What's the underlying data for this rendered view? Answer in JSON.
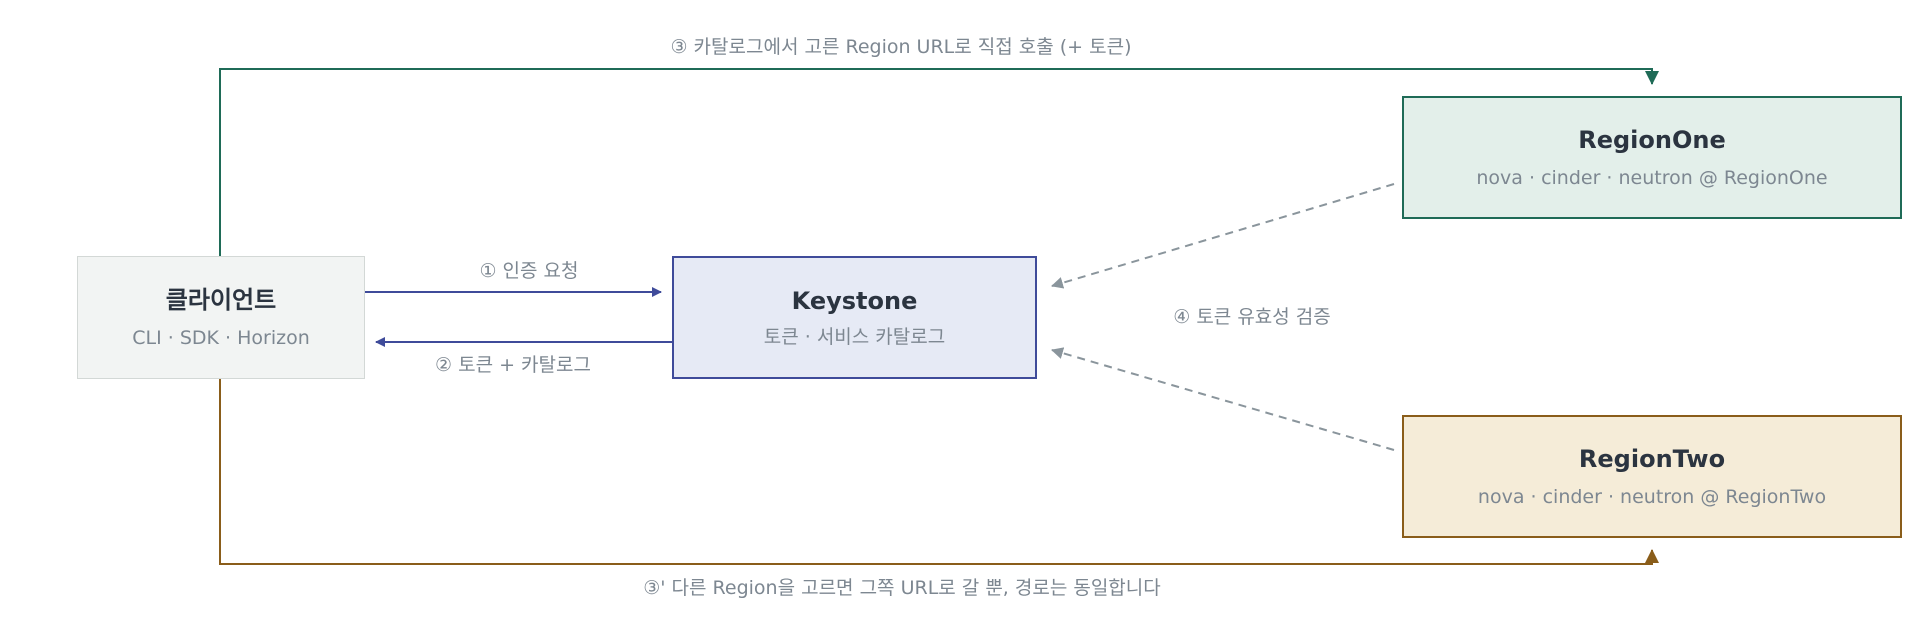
{
  "nodes": {
    "client": {
      "title": "클라이언트",
      "subtitle": "CLI · SDK · Horizon"
    },
    "keystone": {
      "title": "Keystone",
      "subtitle": "토큰 · 서비스 카탈로그"
    },
    "region_one": {
      "title": "RegionOne",
      "subtitle": "nova · cinder · neutron @ RegionOne"
    },
    "region_two": {
      "title": "RegionTwo",
      "subtitle": "nova · cinder · neutron @ RegionTwo"
    }
  },
  "edges": {
    "auth_request": "① 인증 요청",
    "token_catalog": "② 토큰 + 카탈로그",
    "direct_call": "③ 카탈로그에서 고른 Region URL로 직접 호출 (+ 토큰)",
    "other_region": "③' 다른 Region을 고르면 그쪽 URL로 갈 뿐, 경로는 동일합니다",
    "token_validate": "④ 토큰 유효성 검증"
  },
  "colors": {
    "client_border": "#d3d8d6",
    "keystone_accent": "#3f4b9a",
    "region_one_accent": "#1f6b57",
    "region_two_accent": "#8a5d1a",
    "validation_dashed": "#8a959c",
    "label_text": "#7d8791"
  }
}
